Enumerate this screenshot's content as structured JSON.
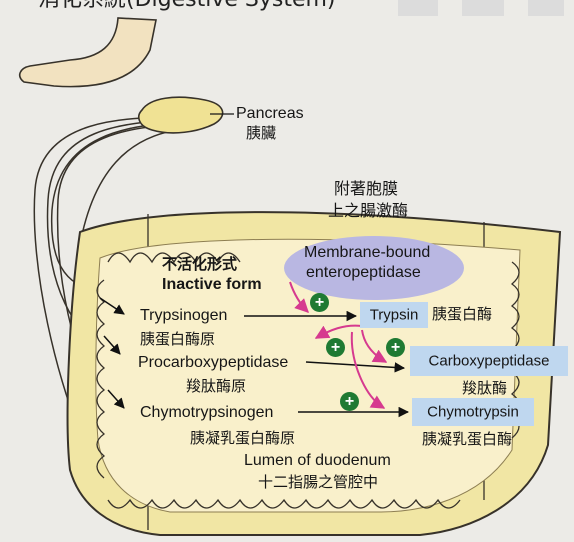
{
  "header": {
    "title": "消化系統(Digestive System)"
  },
  "organ": {
    "pancreas_en": "Pancreas",
    "pancreas_zh": "胰臟"
  },
  "enzyme_note": {
    "line1": "附著胞膜",
    "line2": "上之腸激酶"
  },
  "membrane_enzyme": {
    "line1": "Membrane-bound",
    "line2": "enteropeptidase"
  },
  "inactive": {
    "zh": "不活化形式",
    "en": "Inactive form"
  },
  "zymogens": [
    {
      "en": "Trypsinogen",
      "zh": "胰蛋白酶原"
    },
    {
      "en": "Procarboxypeptidase",
      "zh": "羧肽酶原"
    },
    {
      "en": "Chymotrypsinogen",
      "zh": "胰凝乳蛋白酶原"
    }
  ],
  "active_enzymes": [
    {
      "en": "Trypsin",
      "zh": "胰蛋白酶"
    },
    {
      "en": "Carboxypeptidase",
      "zh": "羧肽酶"
    },
    {
      "en": "Chymotrypsin",
      "zh": "胰凝乳蛋白酶"
    }
  ],
  "plus_symbol": "+",
  "lumen": {
    "en": "Lumen of duodenum",
    "zh": "十二指腸之管腔中"
  },
  "colors": {
    "background": "#ecebe7",
    "organ_fill": "#f1e6a4",
    "organ_stroke": "#37322a",
    "enzyme_box": "#bfd7ef",
    "membrane_ellipse": "#b9b7e2",
    "activation_arrow": "#d63a8f",
    "plus_circle": "#1f7a33"
  },
  "icons": [
    "stomach-illustration",
    "pancreas-illustration",
    "duodenum-illustration",
    "plus-activation-icon"
  ]
}
